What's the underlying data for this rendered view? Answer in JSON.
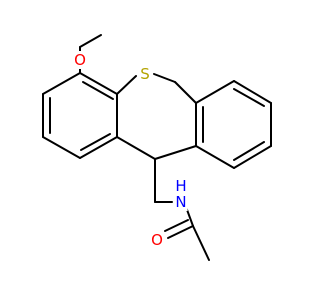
{
  "molecule": {
    "atoms": [
      {
        "id": "o_methoxy",
        "label": "O",
        "color": "#ff0000"
      },
      {
        "id": "s_ring",
        "label": "S",
        "color": "#b3a300"
      },
      {
        "id": "n_amide",
        "label": "H\nN",
        "line1": "H",
        "line2": "N",
        "color": "#0000ff"
      },
      {
        "id": "o_carbonyl",
        "label": "O",
        "color": "#ff0000"
      }
    ],
    "bond_color": "#000000"
  }
}
